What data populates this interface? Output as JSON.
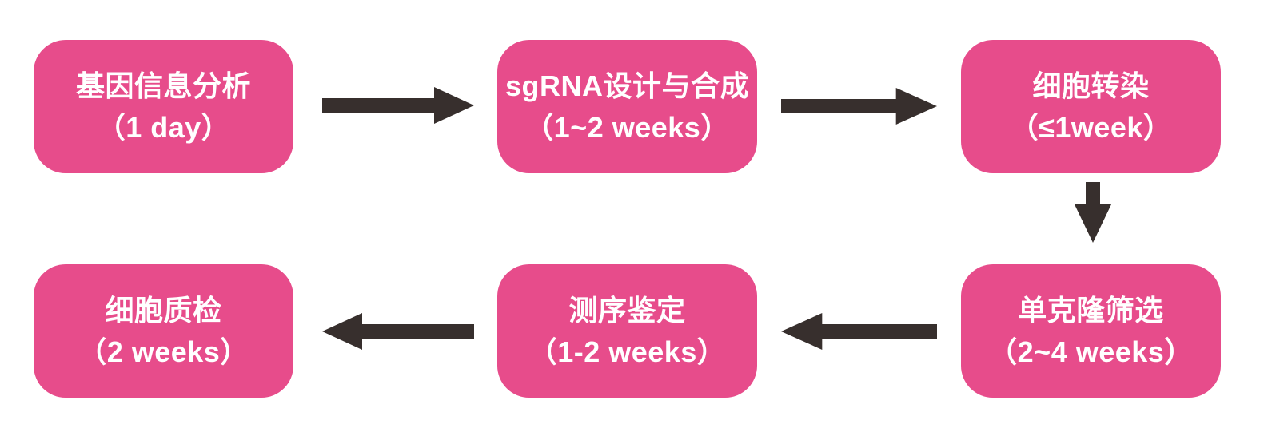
{
  "colors": {
    "background": "#ffffff",
    "box_fill": "#e74c8b",
    "box_text": "#ffffff",
    "arrow": "#372f2d"
  },
  "flow": {
    "steps": [
      {
        "title": "基因信息分析",
        "duration": "（1 day）"
      },
      {
        "title": "sgRNA设计与合成",
        "duration": "（1~2 weeks）"
      },
      {
        "title": "细胞转染",
        "duration": "（≤1week）"
      },
      {
        "title": "单克隆筛选",
        "duration": "（2~4 weeks）"
      },
      {
        "title": "测序鉴定",
        "duration": "（1-2 weeks）"
      },
      {
        "title": "细胞质检",
        "duration": "（2 weeks）"
      }
    ],
    "arrows": [
      {
        "direction": "right",
        "from": "基因信息分析",
        "to": "sgRNA设计与合成"
      },
      {
        "direction": "right",
        "from": "sgRNA设计与合成",
        "to": "细胞转染"
      },
      {
        "direction": "down",
        "from": "细胞转染",
        "to": "单克隆筛选"
      },
      {
        "direction": "left",
        "from": "单克隆筛选",
        "to": "测序鉴定"
      },
      {
        "direction": "left",
        "from": "测序鉴定",
        "to": "细胞质检"
      }
    ]
  }
}
